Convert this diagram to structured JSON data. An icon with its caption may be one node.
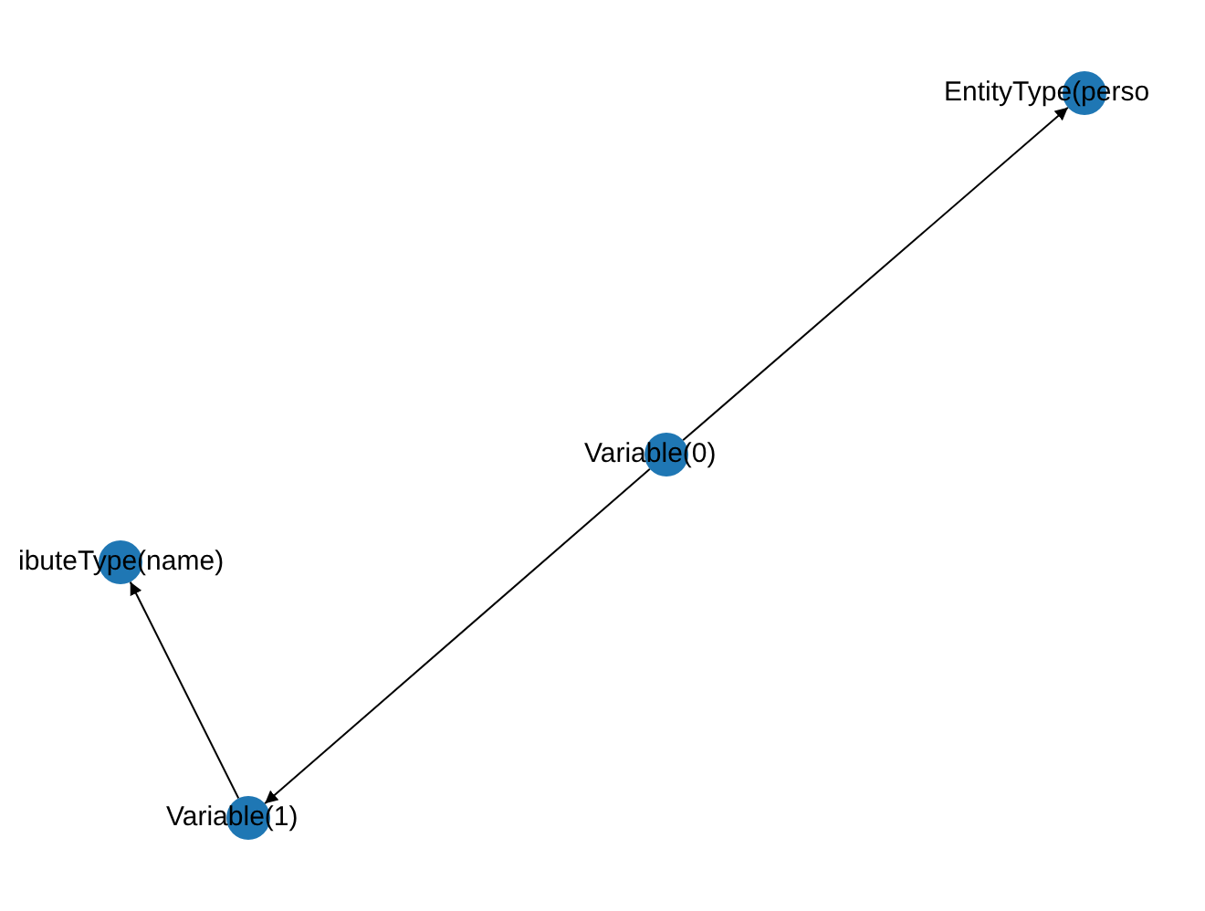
{
  "diagram": {
    "nodes": [
      {
        "text": [
          "EntityType(perso"
        ]
      },
      {
        "text": [
          "Variable(0)"
        ]
      },
      {
        "text": [
          "ibuteType(name)"
        ]
      },
      {
        "text": [
          "Variable(1)"
        ]
      }
    ],
    "edges": [
      {
        "from": 1,
        "to": 0,
        "arrow": "to"
      },
      {
        "from": 1,
        "to": 3,
        "arrow": "to"
      },
      {
        "from": 3,
        "to": 2,
        "arrow": "to"
      }
    ]
  }
}
